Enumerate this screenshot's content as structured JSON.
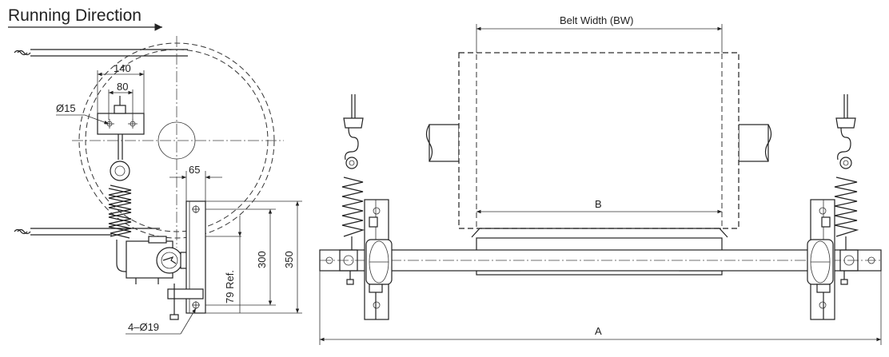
{
  "title": "Running Direction",
  "labels": {
    "dim_140": "140",
    "dim_80": "80",
    "dim_15": "Ø15",
    "dim_65": "65",
    "dim_79": "79 Ref.",
    "dim_300": "300",
    "dim_350": "350",
    "dim_holes": "4–Ø19",
    "belt_width": "Belt Width (BW)",
    "dim_b": "B",
    "dim_a": "A"
  }
}
